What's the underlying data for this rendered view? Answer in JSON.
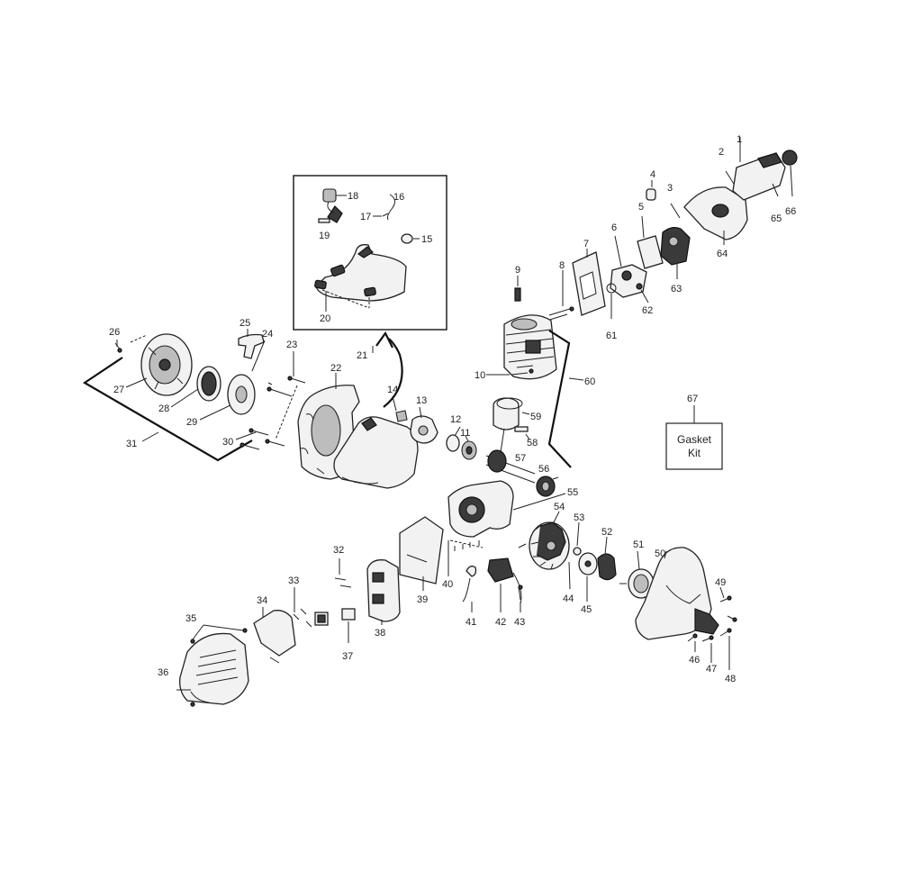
{
  "gasket_kit": {
    "line1": "Gasket",
    "line2": "Kit"
  },
  "labels": {
    "l1": "1",
    "l2": "2",
    "l3": "3",
    "l4": "4",
    "l5": "5",
    "l6": "6",
    "l7": "7",
    "l8": "8",
    "l9": "9",
    "l10": "10",
    "l11": "11",
    "l12": "12",
    "l13": "13",
    "l14": "14",
    "l15": "15",
    "l16": "16",
    "l17": "17",
    "l18": "18",
    "l19": "19",
    "l20": "20",
    "l21": "21",
    "l22": "22",
    "l23": "23",
    "l24": "24",
    "l25": "25",
    "l26": "26",
    "l27": "27",
    "l28": "28",
    "l29": "29",
    "l30": "30",
    "l31": "31",
    "l32": "32",
    "l33": "33",
    "l34": "34",
    "l35": "35",
    "l36": "36",
    "l37": "37",
    "l38": "38",
    "l39": "39",
    "l40": "40",
    "l41": "41",
    "l42": "42",
    "l43": "43",
    "l44": "44",
    "l45": "45",
    "l46": "46",
    "l47": "47",
    "l48": "48",
    "l49": "49",
    "l50": "50",
    "l51": "51",
    "l52": "52",
    "l53": "53",
    "l54": "54",
    "l55": "55",
    "l56": "56",
    "l57": "57",
    "l58": "58",
    "l59": "59",
    "l60": "60",
    "l61": "61",
    "l62": "62",
    "l63": "63",
    "l64": "64",
    "l65": "65",
    "l66": "66",
    "l67": "67"
  }
}
